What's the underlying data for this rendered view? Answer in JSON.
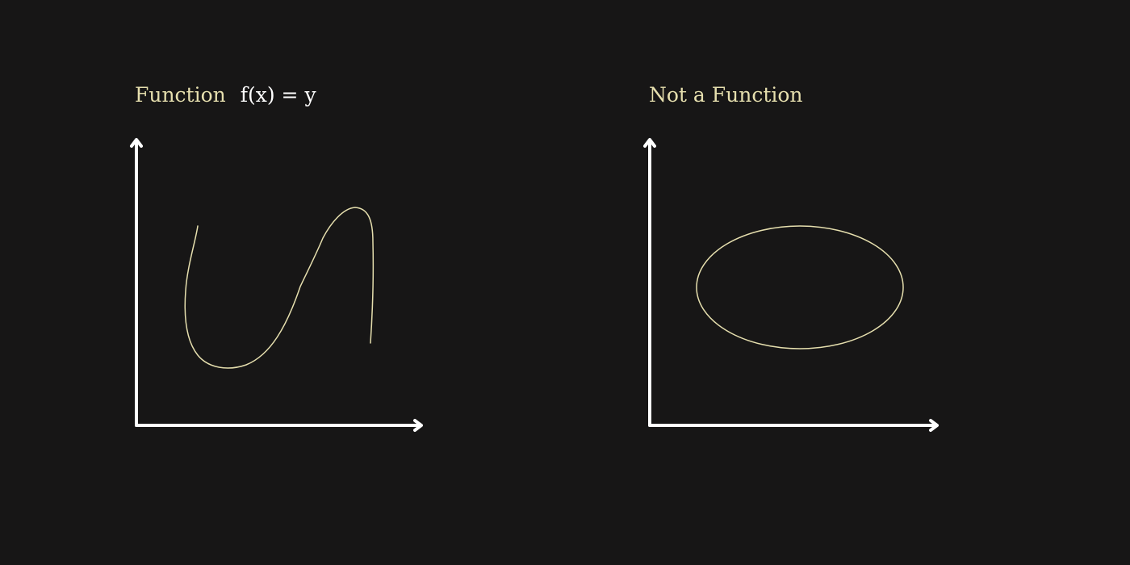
{
  "panels": [
    {
      "title": "Function",
      "formula": "f(x) = y",
      "curve": "s-curve"
    },
    {
      "title": "Not a Function",
      "curve": "ellipse"
    }
  ],
  "colors": {
    "background": "#171616",
    "axes": "#ffffff",
    "curve": "#e6dfae",
    "title": "#e6dfae",
    "formula": "#ffffff"
  }
}
